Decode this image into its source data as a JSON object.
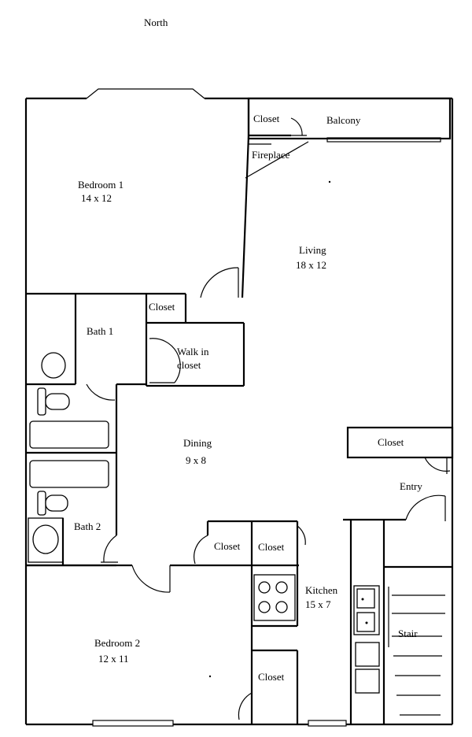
{
  "compass": "North",
  "rooms": {
    "bedroom1": {
      "name": "Bedroom 1",
      "size": "14 x 12"
    },
    "closet_top": "Closet",
    "balcony": "Balcony",
    "fireplace": "Fireplace",
    "living": {
      "name": "Living",
      "size": "18 x 12"
    },
    "closet_bath1": "Closet",
    "bath1": "Bath 1",
    "walkin": {
      "line1": "Walk in",
      "line2": "closet"
    },
    "dining": {
      "name": "Dining",
      "size": "9 x 8"
    },
    "closet_entry": "Closet",
    "entry": "Entry",
    "bath2": "Bath 2",
    "closet_hall_a": "Closet",
    "closet_hall_b": "Closet",
    "kitchen": {
      "name": "Kitchen",
      "size": "15 x 7"
    },
    "stair": "Stair",
    "bedroom2": {
      "name": "Bedroom 2",
      "size": "12 x 11"
    },
    "closet_bed2": "Closet"
  }
}
